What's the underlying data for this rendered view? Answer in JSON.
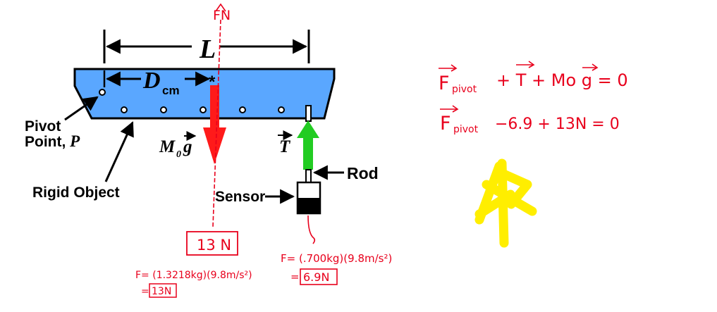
{
  "diagram": {
    "length_label": "L",
    "dcm_label": "D",
    "dcm_sub": "cm",
    "weight_label": "M",
    "weight_sub": "0",
    "weight_vec": "g",
    "tension_label": "T",
    "pivot_label_line1": "Pivot",
    "pivot_label_line2": "Point, ",
    "pivot_label_P": "P",
    "object_label": "Rigid Object",
    "rod_label": "Rod",
    "sensor_label": "Sensor",
    "colors": {
      "beam": "#5aa7ff",
      "weight_arrow": "#ff1a1a",
      "tension_arrow": "#22cc22",
      "ink": "#e8001c",
      "star": "#ffee00"
    }
  },
  "annotations": {
    "fn_label": "FN",
    "weight_value": "13 N",
    "weight_calc": "F= (1.3218kg)(9.8m/s²)",
    "weight_result_prefix": "=",
    "weight_result": "13N",
    "tension_calc": "F= (.700kg)(9.8m/s²)",
    "tension_result_prefix": "=",
    "tension_result": "6.9N"
  },
  "equations": {
    "eq1_fpivot": "F",
    "eq1_sub": "pivot",
    "eq1_rest": "+ T  + Mo g  = 0",
    "eq2_fpivot": "F",
    "eq2_sub": "pivot",
    "eq2_rest": "−6.9 + 13N  = 0"
  }
}
